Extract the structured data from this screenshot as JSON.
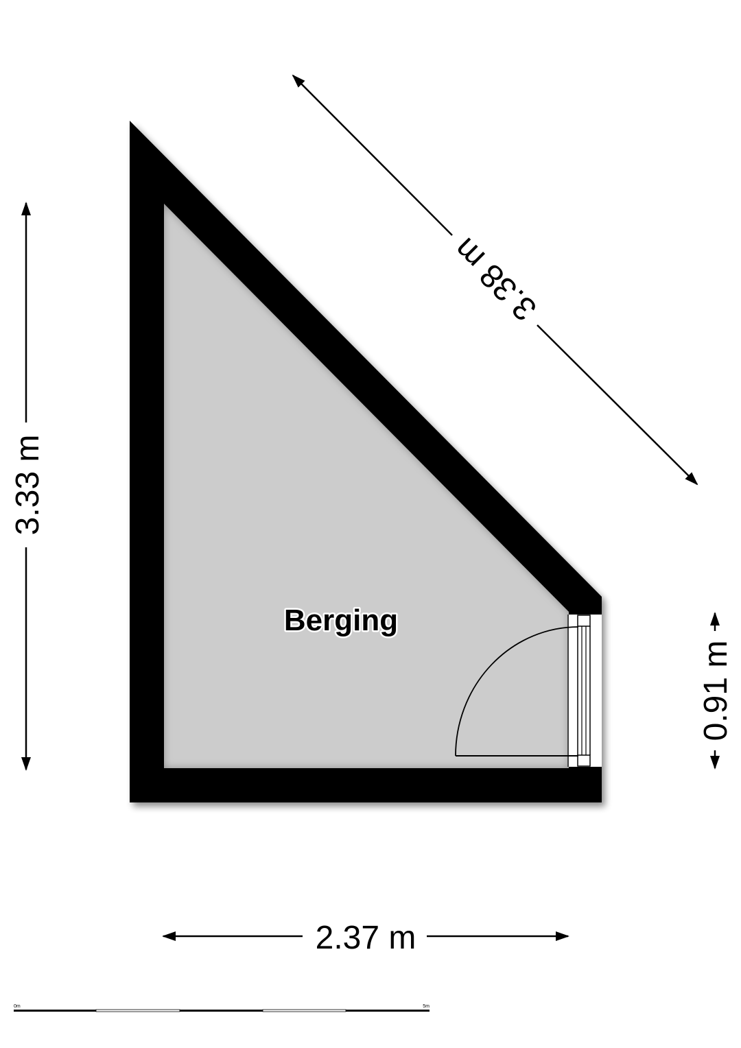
{
  "room": {
    "name": "Berging",
    "floor_color": "#cccccc",
    "wall_color": "#000000"
  },
  "dimensions": {
    "left_height": "3.33 m",
    "diagonal": "3.38 m",
    "right_opening": "0.91 m",
    "bottom_width": "2.37 m"
  },
  "scale_bar": {
    "start_label": "0m",
    "end_label": "5m"
  }
}
